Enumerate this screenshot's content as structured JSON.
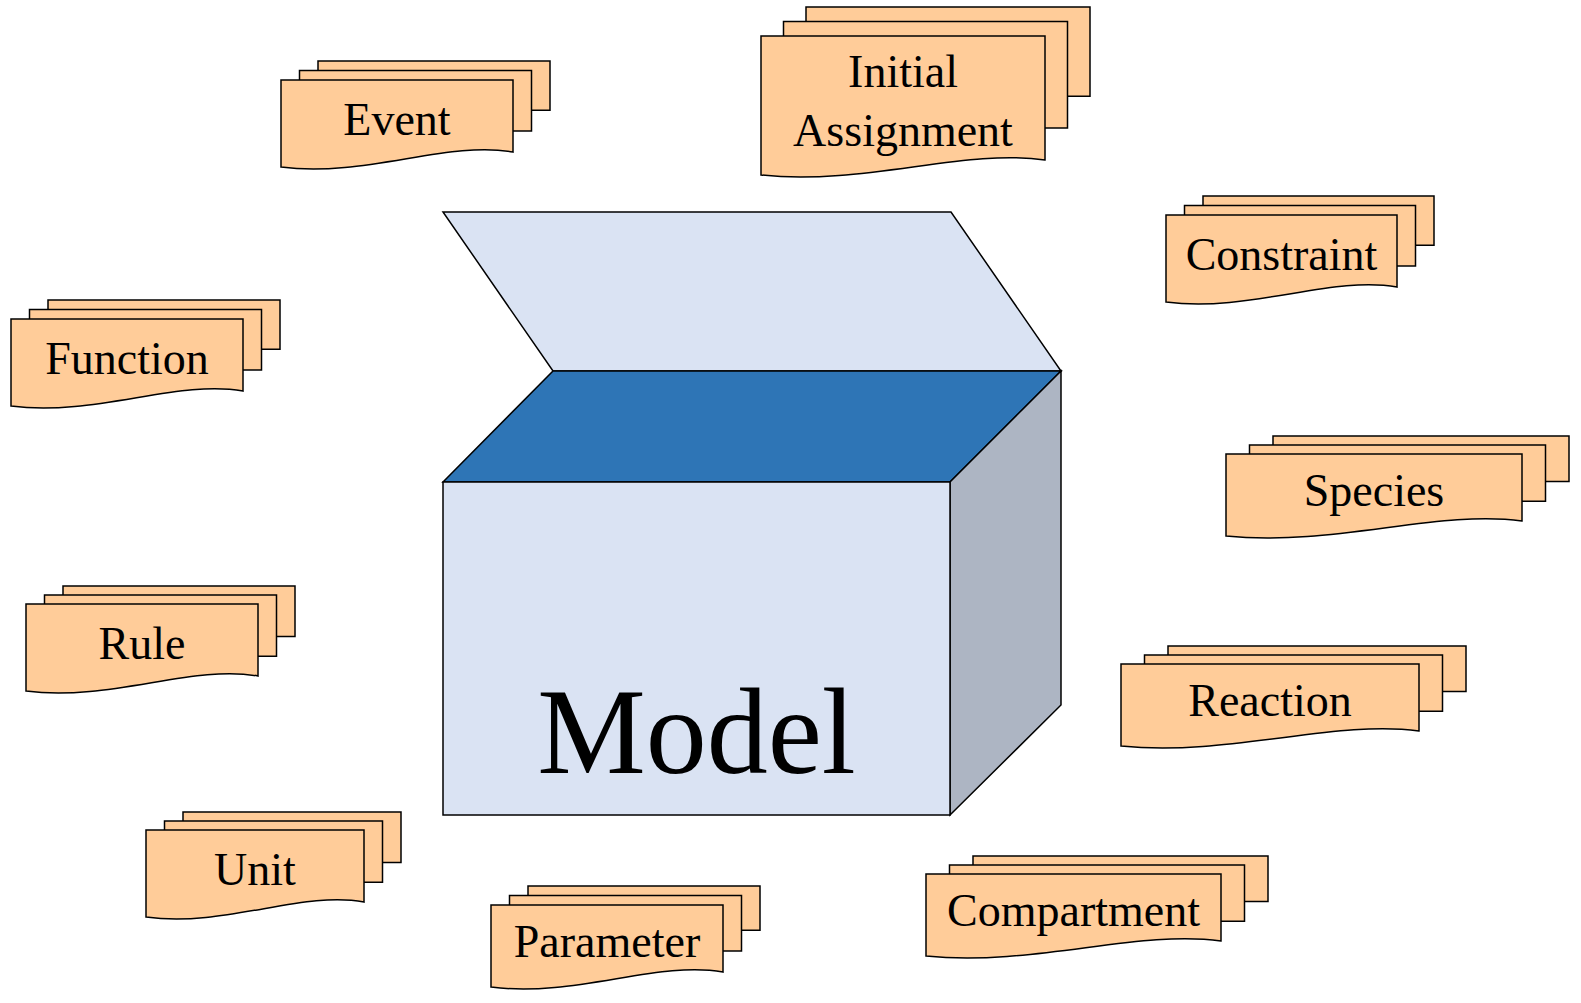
{
  "diagram": {
    "nodes": [
      {
        "text": [
          "Event"
        ]
      },
      {
        "text": [
          "Initial Assignment"
        ]
      },
      {
        "text": [
          "Constraint"
        ]
      },
      {
        "text": [
          "Function"
        ]
      },
      {
        "text": [
          "Model"
        ]
      },
      {
        "text": [
          "Species"
        ]
      },
      {
        "text": [
          "Rule"
        ]
      },
      {
        "text": [
          "Reaction"
        ]
      },
      {
        "text": [
          "Unit"
        ]
      },
      {
        "text": [
          "Compartment"
        ]
      },
      {
        "text": [
          "Parameter"
        ]
      }
    ]
  }
}
